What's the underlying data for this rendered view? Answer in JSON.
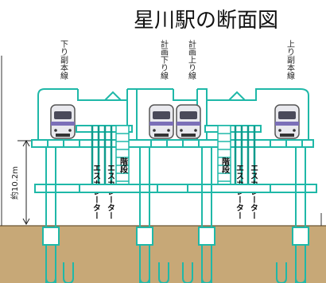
{
  "title": "星川駅の断面図",
  "track_labels": {
    "down_sub": "下り副本線",
    "planned_down": "計画下り線",
    "planned_up": "計画上り線",
    "up_sub": "上り副本線"
  },
  "height_label": "約10.2m",
  "escalator_label": "エスカレーター",
  "stairs_label": "階段",
  "colors": {
    "structure": "#1fb8a8",
    "escalator": "#0f9a8c",
    "ground": "#c7a877",
    "train_body": "#e9e9ee",
    "train_stripe": "#7b6fb8",
    "roof_outline": "#1fb8a8"
  },
  "icons": [
    "train-icon",
    "roof-icon",
    "ground-fill",
    "pillar-icon",
    "escalator-icon",
    "stairs-icon"
  ]
}
